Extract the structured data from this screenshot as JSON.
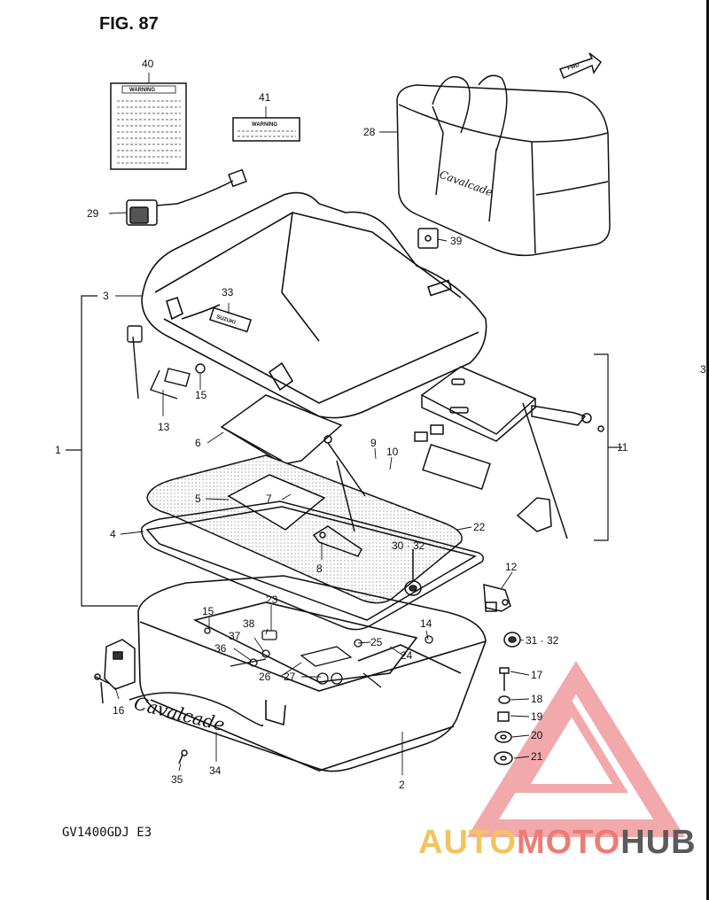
{
  "figure": {
    "title": "FIG. 87",
    "model_code": "GV1400GDJ  E3",
    "fwd_text": "FWD",
    "warning_text": "WARNING",
    "emblem_text": "SUZUKI",
    "script_text": "Cavalcade",
    "bag_script": "Cavalcade"
  },
  "callouts": [
    {
      "id": "1",
      "text": "1"
    },
    {
      "id": "2",
      "text": "2"
    },
    {
      "id": "3",
      "text": "3"
    },
    {
      "id": "4",
      "text": "4"
    },
    {
      "id": "5",
      "text": "5"
    },
    {
      "id": "6",
      "text": "6"
    },
    {
      "id": "7",
      "text": "7"
    },
    {
      "id": "8",
      "text": "8"
    },
    {
      "id": "9",
      "text": "9"
    },
    {
      "id": "10",
      "text": "10"
    },
    {
      "id": "11",
      "text": "11"
    },
    {
      "id": "12",
      "text": "12"
    },
    {
      "id": "13",
      "text": "13"
    },
    {
      "id": "14",
      "text": "14"
    },
    {
      "id": "15a",
      "text": "15"
    },
    {
      "id": "15b",
      "text": "15"
    },
    {
      "id": "16",
      "text": "16"
    },
    {
      "id": "17",
      "text": "17"
    },
    {
      "id": "18",
      "text": "18"
    },
    {
      "id": "19",
      "text": "19"
    },
    {
      "id": "20",
      "text": "20"
    },
    {
      "id": "21",
      "text": "21"
    },
    {
      "id": "22",
      "text": "22"
    },
    {
      "id": "23",
      "text": "23"
    },
    {
      "id": "24",
      "text": "24"
    },
    {
      "id": "25",
      "text": "25"
    },
    {
      "id": "26",
      "text": "26"
    },
    {
      "id": "27",
      "text": "27"
    },
    {
      "id": "28",
      "text": "28"
    },
    {
      "id": "29",
      "text": "29"
    },
    {
      "id": "30",
      "text": "30 · 32"
    },
    {
      "id": "31",
      "text": "31 · 32"
    },
    {
      "id": "33",
      "text": "33"
    },
    {
      "id": "34",
      "text": "34"
    },
    {
      "id": "35",
      "text": "35"
    },
    {
      "id": "36",
      "text": "36"
    },
    {
      "id": "37",
      "text": "37"
    },
    {
      "id": "38",
      "text": "38"
    },
    {
      "id": "39",
      "text": "39"
    },
    {
      "id": "40",
      "text": "40"
    },
    {
      "id": "41",
      "text": "41"
    },
    {
      "id": "edge",
      "text": "3"
    }
  ],
  "watermark": {
    "part1": "AUTO",
    "part2": "MOTO",
    "part3": "HUB",
    "color_gold": "#f2c45e",
    "color_red": "#ee7b74",
    "color_grey": "#5a5a5a"
  }
}
